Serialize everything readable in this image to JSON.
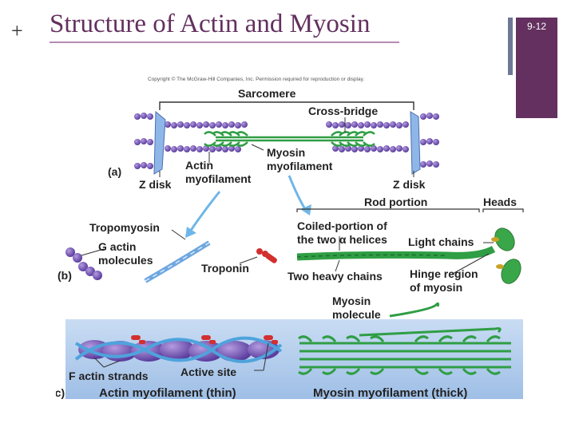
{
  "slide": {
    "plus": "+",
    "title": "Structure of Actin and Myosin",
    "slide_number": "9-12"
  },
  "figure": {
    "copyright": "Copyright © The McGraw-Hill Companies, Inc. Permission required for reproduction or display.",
    "panel_a": {
      "letter": "(a)",
      "sarcomere": "Sarcomere",
      "cross_bridge": "Cross-bridge",
      "myosin_myofilament_1": "Myosin",
      "myosin_myofilament_2": "myofilament",
      "actin_myofilament_1": "Actin",
      "actin_myofilament_2": "myofilament",
      "z_disk_left": "Z disk",
      "z_disk_right": "Z disk"
    },
    "panel_b": {
      "letter": "(b)",
      "tropomyosin": "Tropomyosin",
      "g_actin_1": "G actin",
      "g_actin_2": "molecules",
      "troponin": "Troponin",
      "rod_portion": "Rod portion",
      "heads": "Heads",
      "coiled_1": "Coiled-portion of",
      "coiled_2": "the two α helices",
      "light_chains": "Light chains",
      "heavy_chains": "Two heavy chains",
      "hinge_1": "Hinge region",
      "hinge_2": "of myosin",
      "myosin_molecule_1": "Myosin",
      "myosin_molecule_2": "molecule"
    },
    "panel_c": {
      "letter": "(c)",
      "f_actin": "F actin strands",
      "active_site": "Active site",
      "actin_thin": "Actin myofilament (thin)",
      "myosin_thick": "Myosin myofilament (thick)"
    }
  }
}
